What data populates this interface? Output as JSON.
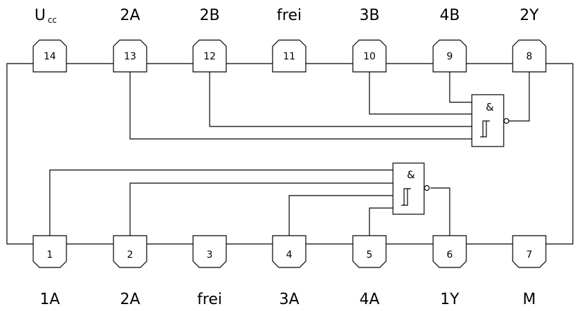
{
  "top_pins": [
    {
      "number": "14",
      "label": "U",
      "label_sub": "cc"
    },
    {
      "number": "13",
      "label": "2A"
    },
    {
      "number": "12",
      "label": "2B"
    },
    {
      "number": "11",
      "label": "frei"
    },
    {
      "number": "10",
      "label": "3B"
    },
    {
      "number": "9",
      "label": "4B"
    },
    {
      "number": "8",
      "label": "2Y"
    }
  ],
  "bottom_pins": [
    {
      "number": "1",
      "label": "1A"
    },
    {
      "number": "2",
      "label": "2A"
    },
    {
      "number": "3",
      "label": "frei"
    },
    {
      "number": "4",
      "label": "3A"
    },
    {
      "number": "5",
      "label": "4A"
    },
    {
      "number": "6",
      "label": "1Y"
    },
    {
      "number": "7",
      "label": "M"
    }
  ],
  "gates": [
    {
      "symbol": "&",
      "function": "schmitt-trigger-nand",
      "inputs": [
        "4B",
        "3B",
        "2B",
        "2A"
      ],
      "output": "2Y"
    },
    {
      "symbol": "&",
      "function": "schmitt-trigger-nand",
      "inputs": [
        "1A",
        "2A",
        "3A",
        "4A"
      ],
      "output": "1Y"
    }
  ]
}
